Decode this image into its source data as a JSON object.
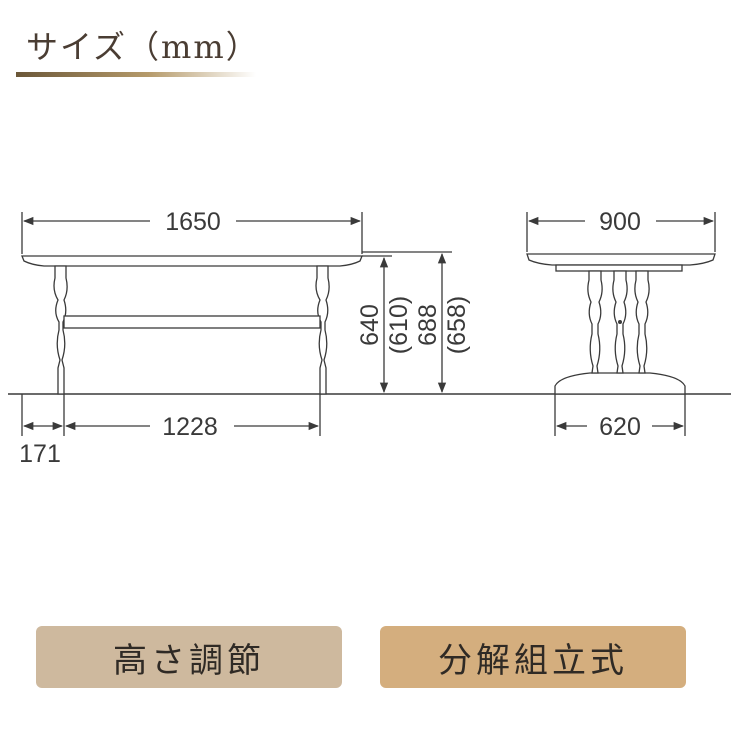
{
  "title": "サイズ（mm）",
  "front": {
    "width": "1650",
    "leg_span": "1228",
    "leg_offset": "171",
    "height1": "640",
    "height1_alt": "(610)",
    "height2": "688",
    "height2_alt": "(658)"
  },
  "side": {
    "depth": "900",
    "base": "620"
  },
  "badges": {
    "height_adjust": "高さ調節",
    "assembly": "分解組立式"
  },
  "colors": {
    "title_bar": "#8a7350",
    "badge_height": "#ceb99e",
    "badge_assembly": "#d4ae7e"
  }
}
